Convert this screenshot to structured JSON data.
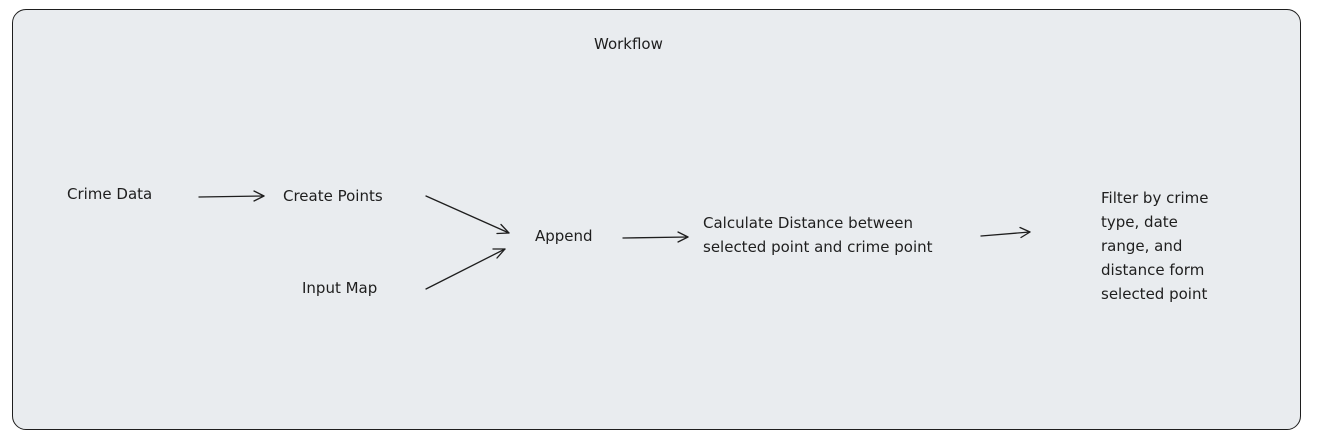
{
  "diagram": {
    "title": "Workflow",
    "nodes": {
      "crime_data": "Crime Data",
      "create_points": "Create Points",
      "input_map": "Input Map",
      "append": "Append",
      "calculate_distance": "Calculate Distance between\nselected point and crime point",
      "filter": "Filter by crime\ntype, date\nrange, and\ndistance form\nselected point"
    },
    "colors": {
      "frame_fill": "#e9ecef",
      "stroke": "#1e1e1e"
    }
  }
}
